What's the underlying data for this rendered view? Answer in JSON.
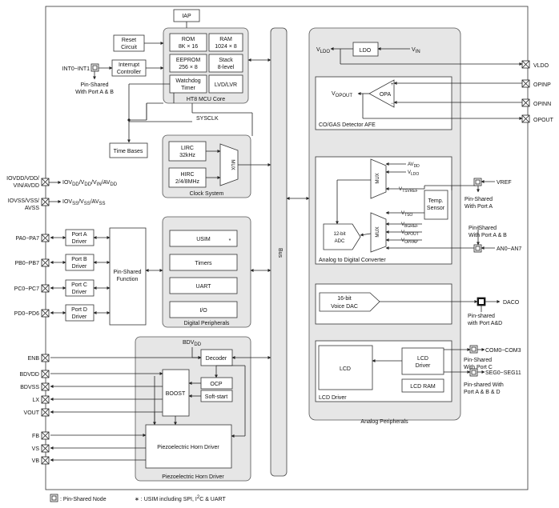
{
  "blocks": {
    "iap": "IAP",
    "rom": [
      "ROM",
      "8K × 16"
    ],
    "ram": [
      "RAM",
      "1024 × 8"
    ],
    "eeprom": [
      "EEPROM",
      "256 × 8"
    ],
    "stack": [
      "Stack",
      "8-level"
    ],
    "watchdog": [
      "Watchdog",
      "Timer"
    ],
    "lvd": "LVD/LVR",
    "mcu_core": "HT8 MCU Core",
    "reset": [
      "Reset",
      "Circuit"
    ],
    "interrupt": [
      "Interrupt",
      "Controller"
    ],
    "sysclk": "SYSCLK",
    "time_bases": "Time Bases",
    "lirc": [
      "LIRC",
      "32kHz"
    ],
    "hirc": [
      "HIRC",
      "2/4/8MHz"
    ],
    "mux": "MUX",
    "clock_system": "Clock System",
    "port_a": [
      "Port A",
      "Driver"
    ],
    "port_b": [
      "Port B",
      "Driver"
    ],
    "port_c": [
      "Port C",
      "Driver"
    ],
    "port_d": [
      "Port D",
      "Driver"
    ],
    "pin_shared": [
      "Pin-Shared",
      "Function"
    ],
    "usim": "USIM",
    "usim_mark": "*",
    "timers": "Timers",
    "uart": "UART",
    "io": "I/O",
    "digital_peripherals": "Digital Peripherals",
    "bdvdd": "BDV",
    "bdvdd_sub": "DD",
    "decoder": "Decoder",
    "boost": "BOOST",
    "ocp": "OCP",
    "soft_start": "Soft-start",
    "piezo_driver": "Piezoelectric Horn Driver",
    "piezo_group": "Piezoelectric Horn Driver",
    "bus": "Bus",
    "ldo": "LDO",
    "vldo_l": "V",
    "vldo_l_sub": "LDO",
    "vin": "V",
    "vin_sub": "IN",
    "vopout": "V",
    "vopout_sub": "OPOUT",
    "opa": "OPA",
    "plus": "+",
    "minus": "−",
    "co_gas": "CO/GAS Detector AFE",
    "adc_mux": "MUX",
    "adc_mux2": "MUX",
    "avdd": "AV",
    "avdd_sub": "DD",
    "vldo2": "V",
    "vldo2_sub": "LDO",
    "vtsvref": "V",
    "vtsvref_sub": "TSVREF",
    "vtso": "V",
    "vtso_sub": "TSO",
    "vbgref": "V",
    "vbgref_sub": "BGREF",
    "vopout2": "V",
    "vopout2_sub": "OPOUT",
    "vopamp": "V",
    "vopamp_sub": "OPPAP",
    "temp_sensor": [
      "Temp.",
      "Sensor"
    ],
    "adc12": [
      "12-bit",
      "ADC"
    ],
    "adc_group": "Analog to Digital Converter",
    "dac": [
      "16-bit",
      "Voice DAC"
    ],
    "lcd": "LCD",
    "lcd_driver_box": [
      "LCD",
      "Driver"
    ],
    "lcd_ram": "LCD RAM",
    "lcd_group": "LCD Driver",
    "analog_peripherals": "Analog Peripherals"
  },
  "pins": {
    "int": "INT0~INT1",
    "int_note": [
      "Pin-Shared",
      "With Port A & B"
    ],
    "iovdd": "IOVDD/VDD/",
    "iovdd2": "VIN/AVDD",
    "iov_label": "IOV",
    "iov_rest": "/V",
    "iovdd_sub": [
      "DD",
      "DD",
      "IN",
      "DD"
    ],
    "iovss": "IOVSS/VSS/",
    "iovss2": "AVSS",
    "iovss_label": "IOV",
    "iovss_sub": [
      "SS",
      "SS",
      "SS"
    ],
    "pa": "PA0~PA7",
    "pb": "PB0~PB7",
    "pc": "PC0~PC7",
    "pd": "PD0~PD6",
    "enb": "ENB",
    "bdvdd": "BDVDD",
    "bdvss": "BDVSS",
    "lx": "LX",
    "vout": "VOUT",
    "fb": "FB",
    "vs": "VS",
    "vb": "VB",
    "vldo": "VLDO",
    "opinp": "OPINP",
    "opinn": "OPINN",
    "opout": "OPOUT",
    "vref": "VREF",
    "vref_note": [
      "Pin-Shared",
      "With Port A"
    ],
    "an_note": [
      "Pin-Shared",
      "With Port A & B"
    ],
    "an": "AN0~AN7",
    "daco": "DACO",
    "daco_note": [
      "Pin-shared",
      "with Port A&D"
    ],
    "com": "COM0~COM3",
    "com_note": [
      "Pin-Shared",
      "With Port C"
    ],
    "seg": "SEG0~SEG11",
    "seg_note": [
      "Pin-shared With",
      "Port A & B & D"
    ]
  },
  "legend": {
    "pin_shared_node": ": Pin-Shared Node",
    "usim_note": "∗ : USIM including SPI, I",
    "usim_note_sup": "2",
    "usim_note_end": "C & UART"
  }
}
